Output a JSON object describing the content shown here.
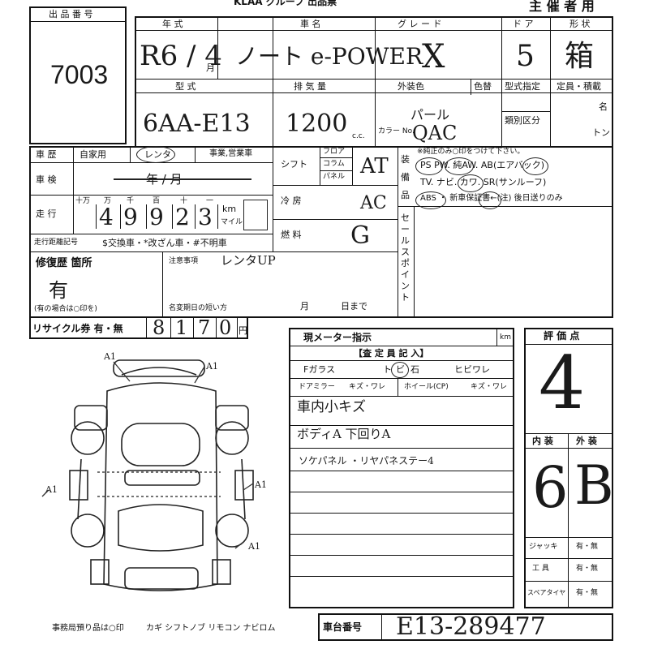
{
  "header": {
    "top_center": "KLAA グループ 出品票",
    "organizer_label": "主 催 者 用"
  },
  "lot": {
    "label": "出 品 番 号",
    "number": "7003"
  },
  "row1": {
    "year_label": "年 式",
    "car_name_label": "車 名",
    "grade_label": "グ レ ー ド",
    "doors_label": "ド ア",
    "shape_label": "形 状",
    "year_value": "R6 / 4",
    "month_unit": "月",
    "car_name_value": "ノート e-POWER",
    "grade_value": "X",
    "doors_value": "5",
    "shape_value": "箱"
  },
  "row2": {
    "model_label": "型 式",
    "displacement_label": "排 気 量",
    "color_label": "外装色",
    "color_no_label": "色替",
    "model_designation_label": "型式指定",
    "category_label": "類別区分",
    "capacity_label": "定員・積載",
    "persons_unit": "名",
    "ton_unit": "トン",
    "cc_unit": "c.c.",
    "color_no_prefix": "カラー No.",
    "model_value": "6AA-E13",
    "displacement_value": "1200",
    "color_value": "パール",
    "color_no_value": "QAC"
  },
  "usage": {
    "history_label": "車 歴",
    "private_label": "自家用",
    "rental_label": "レンタ",
    "business_label": "事業,営業車",
    "inspection_label": "車 検",
    "inspection_value": "年 / 月",
    "mileage_label": "走 行",
    "digit_labels": [
      "十万",
      "万",
      "千",
      "百",
      "十",
      "一"
    ],
    "mileage_digits": [
      "",
      "4",
      "9",
      "9",
      "2",
      "3"
    ],
    "km_unit": "km",
    "mile_unit": "マイル",
    "mileage_record_label": "走行距離記号",
    "mileage_record_options": "$交換車・*改ざん車・#不明車"
  },
  "mechanical": {
    "shift_label": "シフト",
    "shift_options": [
      "フロア",
      "コラム",
      "パネル"
    ],
    "shift_value": "AT",
    "ac_label": "冷 房",
    "ac_value": "AC",
    "fuel_label": "燃 料",
    "fuel_value": "G"
  },
  "equipment": {
    "label": "装 備 品",
    "note": "※純正のみ○印をつけて下さい。",
    "line1": "PS  PW. 純AW. AB(エアバック)",
    "line2": "TV. ナビ. カワ. SR(サンルーフ)",
    "line3": "ABS ・ 新車保証書←(注) 後日送りのみ",
    "sales_point_label": "セールスポイント"
  },
  "repair": {
    "label": "修復歴 箇所",
    "value": "有",
    "note": "(有の場合は○印を)",
    "notes_label": "注意事項",
    "notes_value": "レンタUP",
    "name_change_label": "名変期日の短い方",
    "month_label": "月",
    "day_label": "日まで"
  },
  "recycle": {
    "label": "リサイクル券 有・無",
    "digits": [
      "8",
      "1",
      "7",
      "0"
    ],
    "unit": "円"
  },
  "inspector": {
    "meter_label": "現メーター指示",
    "km_unit": "km",
    "title": "【査 定 員 記 入】",
    "glass_label": "Fガラス",
    "glass_options": [
      "ト",
      "ビ",
      "石",
      "ヒビワレ"
    ],
    "mirror_label": "ドアミラー",
    "mirror_options": "キズ・ワレ",
    "wheel_label": "ホイール(CP)",
    "wheel_options": "キズ・ワレ",
    "notes": [
      "車内小キズ",
      "ボディA  下回りA",
      "ソケパネル ・リヤパネステー4"
    ]
  },
  "diagram_marks": [
    "A1",
    "A1",
    "A1",
    "A1",
    "A1"
  ],
  "score": {
    "label": "評 価 点",
    "value": "4",
    "interior_label": "内 装",
    "exterior_label": "外 装",
    "interior_value": "6",
    "exterior_value": "B"
  },
  "tools": {
    "jack_label": "ジャッキ",
    "tools_label": "工 具",
    "spare_label": "スペアタイヤ",
    "options": "有・無"
  },
  "footer": {
    "office_note": "事務局預り品は○印",
    "items": "カギ シフトノブ リモコン ナビロム",
    "chassis_label": "車台番号",
    "chassis_value": "E13-289477"
  }
}
